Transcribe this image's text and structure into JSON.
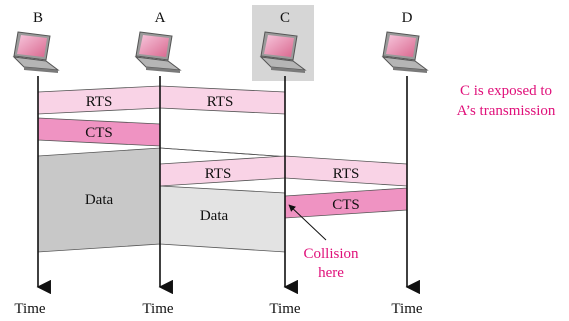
{
  "nodes": [
    {
      "id": "B",
      "label": "B"
    },
    {
      "id": "A",
      "label": "A"
    },
    {
      "id": "C",
      "label": "C"
    },
    {
      "id": "D",
      "label": "D"
    }
  ],
  "axis_label": "Time",
  "messages": {
    "rts_ba": "RTS",
    "rts_ac": "RTS",
    "cts_b": "CTS",
    "data_b": "Data",
    "data_a": "Data",
    "rts_ac2": "RTS",
    "rts_cd": "RTS",
    "cts_c": "CTS"
  },
  "annotations": {
    "exposed_line1": "C is exposed to",
    "exposed_line2": "A’s transmission",
    "collision_line1": "Collision",
    "collision_line2": "here"
  },
  "colors": {
    "pink_light": "#f9d3e6",
    "pink_mid": "#ef93c2",
    "data_dark": "#c8c8c8",
    "data_light": "#e3e3e3",
    "highlight_box": "#d6d6d6",
    "accent_text": "#e0107a"
  }
}
